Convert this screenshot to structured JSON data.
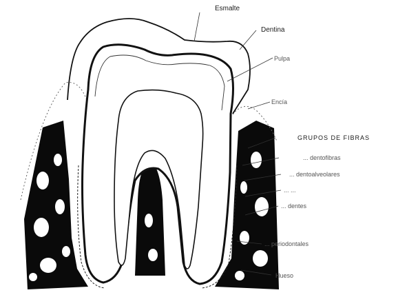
{
  "colors": {
    "ink": "#111111",
    "faint_ink": "#555555",
    "background": "#ffffff",
    "bone": "#0a0a0a"
  },
  "labels": {
    "esmalte": "Esmalte",
    "dentina": "Dentina",
    "pulpa": "Pulpa",
    "encia": "Encía",
    "grupos_fibras": "GRUPOS DE FIBRAS",
    "fibra_1": "... dentofibras",
    "fibra_2": "... dentoalveolares",
    "fibra_3": "... ...",
    "fibra_4": "... dentes",
    "periodontal": "... periodontales",
    "hueso": "Hueso"
  }
}
